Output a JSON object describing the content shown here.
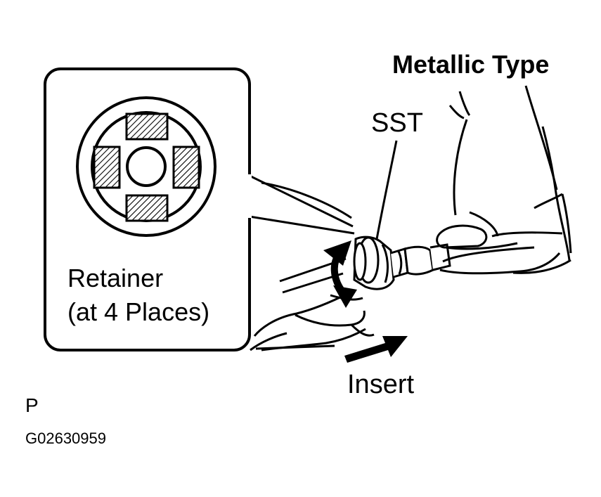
{
  "labels": {
    "metallic_type": "Metallic Type",
    "sst": "SST",
    "retainer_line1": "Retainer",
    "retainer_line2": "(at 4 Places)",
    "insert": "Insert",
    "page_marker": "P",
    "figure_code": "G02630959"
  },
  "colors": {
    "ink": "#000000",
    "paper": "#ffffff"
  }
}
